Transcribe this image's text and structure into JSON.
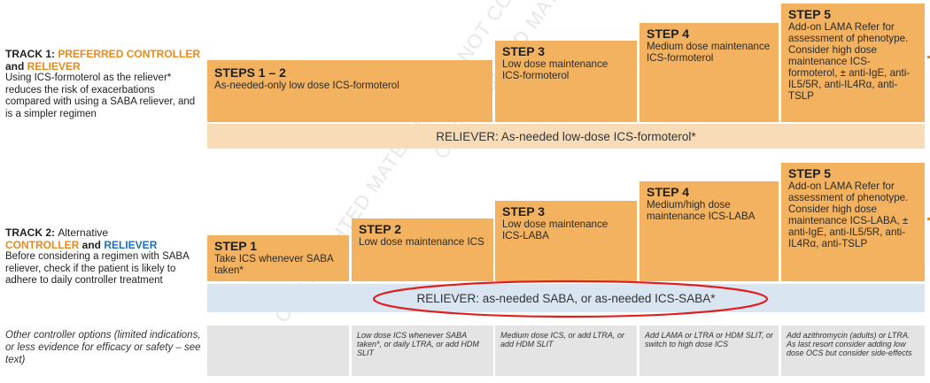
{
  "track1": {
    "head": "TRACK 1: ",
    "hl1": "PREFERRED CONTROLLER",
    "and": " and ",
    "hl2": "RELIEVER",
    "desc": "Using ICS-formoterol as the reliever* reduces the risk of exacerbations compared with using a SABA reliever, and is a simpler regimen",
    "steps": [
      {
        "title": "STEPS 1 – 2",
        "desc": "As-needed-only low dose ICS-formoterol"
      },
      {
        "title": "STEP 3",
        "desc": "Low dose maintenance ICS-formoterol"
      },
      {
        "title": "STEP 4",
        "desc": "Medium dose maintenance ICS-formoterol"
      },
      {
        "title": "STEP 5",
        "desc": "Add-on LAMA Refer for assessment of phenotype. Consider high dose maintenance ICS-formoterol, ± anti-IgE, anti-IL5/5R, anti-IL4Rα, anti-TSLP"
      }
    ],
    "reliever": "RELIEVER: As-needed low-dose ICS-formoterol*"
  },
  "track2": {
    "head": "TRACK 2: ",
    "alt": "Alternative",
    "hl1": "CONTROLLER",
    "and": " and ",
    "hl2": "RELIEVER",
    "desc": "Before considering a regimen with SABA reliever, check if the patient is likely to adhere to daily controller treatment",
    "steps": [
      {
        "title": "STEP 1",
        "desc": "Take ICS whenever SABA taken*"
      },
      {
        "title": "STEP 2",
        "desc": "Low dose maintenance ICS"
      },
      {
        "title": "STEP 3",
        "desc": "Low dose maintenance ICS-LABA"
      },
      {
        "title": "STEP 4",
        "desc": "Medium/high dose maintenance ICS-LABA"
      },
      {
        "title": "STEP 5",
        "desc": "Add-on LAMA Refer for assessment of phenotype. Consider high dose maintenance ICS-LABA, ± anti-IgE, anti-IL5/5R, anti-IL4Rα, anti-TSLP"
      }
    ],
    "reliever": "RELIEVER: as-needed SABA, or as-needed ICS-SABA*"
  },
  "other": {
    "label": "Other controller options (limited indications, or less evidence for efficacy or safety – see text)",
    "cells": [
      "Low dose ICS whenever SABA taken*, or daily LTRA, or add HDM SLIT",
      "Medium dose ICS, or add LTRA, or add HDM SLIT",
      "Add LAMA or LTRA or HDM SLIT, or switch to high dose ICS",
      "Add azithromycin (adults) or LTRA. As last resort consider adding low dose OCS but consider side-effects"
    ]
  },
  "watermark": "COPYRIGHTED MATERIAL - DO NOT COPY",
  "colors": {
    "step": "#f3b25f",
    "reliever1": "#f8dcb8",
    "reliever2": "#d9e5f1",
    "other": "#e4e4e4",
    "orange": "#e88a1a",
    "blue": "#1a6fb8",
    "annotation": "#e02020"
  }
}
